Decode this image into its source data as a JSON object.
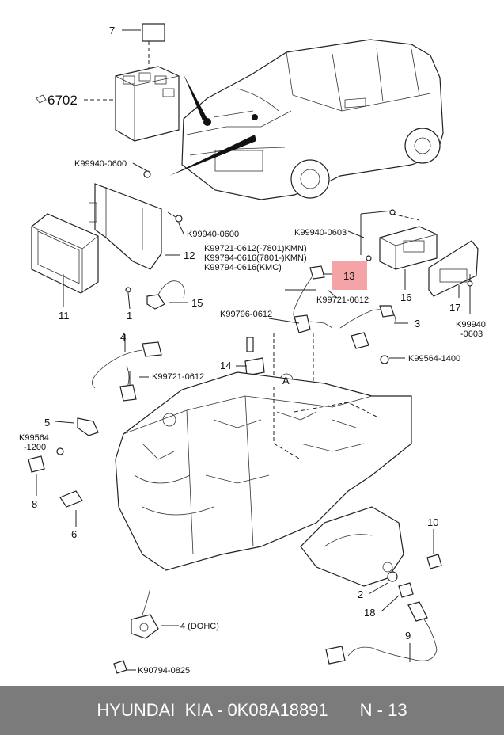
{
  "labels": {
    "n7": "7",
    "n6702": "6702",
    "k99940_0600_a": "K99940-0600",
    "k99940_0600_b": "K99940-0600",
    "k99940_0603_a": "K99940-0603",
    "n12": "12",
    "n11": "11",
    "k99721_7801": "K99721-0612(-7801)KMN)",
    "k99794_7801": "K99794-0616(7801-)KMN)",
    "k99794_kmc": "K99794-0616(KMC)",
    "n13": "13",
    "k99721_0612_a": "K99721-0612",
    "n16": "16",
    "n17": "17",
    "k99940_b_top": "K99940",
    "k99940_b_bottom": "-0603",
    "n15": "15",
    "n1": "1",
    "k99796_0612": "K99796-0612",
    "n3": "3",
    "n4_top": "4",
    "k99721_0612_b": "K99721-0612",
    "n14": "14",
    "circle_a": "A",
    "k99564_1400": "K99564-1400",
    "n5": "5",
    "k99564_top": "K99564",
    "k99564_bottom": "-1200",
    "n8": "8",
    "n6": "6",
    "n10": "10",
    "n2": "2",
    "n18": "18",
    "n4_dohc": "4 (DOHC)",
    "n9": "9",
    "k90794_0825": "K90794-0825"
  },
  "footer": {
    "brand": "HYUNDAI  KIA - 0K08A18891",
    "page": "N - 13"
  },
  "colors": {
    "highlight": "#f4a3a6",
    "footer_bg": "#7b7b7b"
  }
}
